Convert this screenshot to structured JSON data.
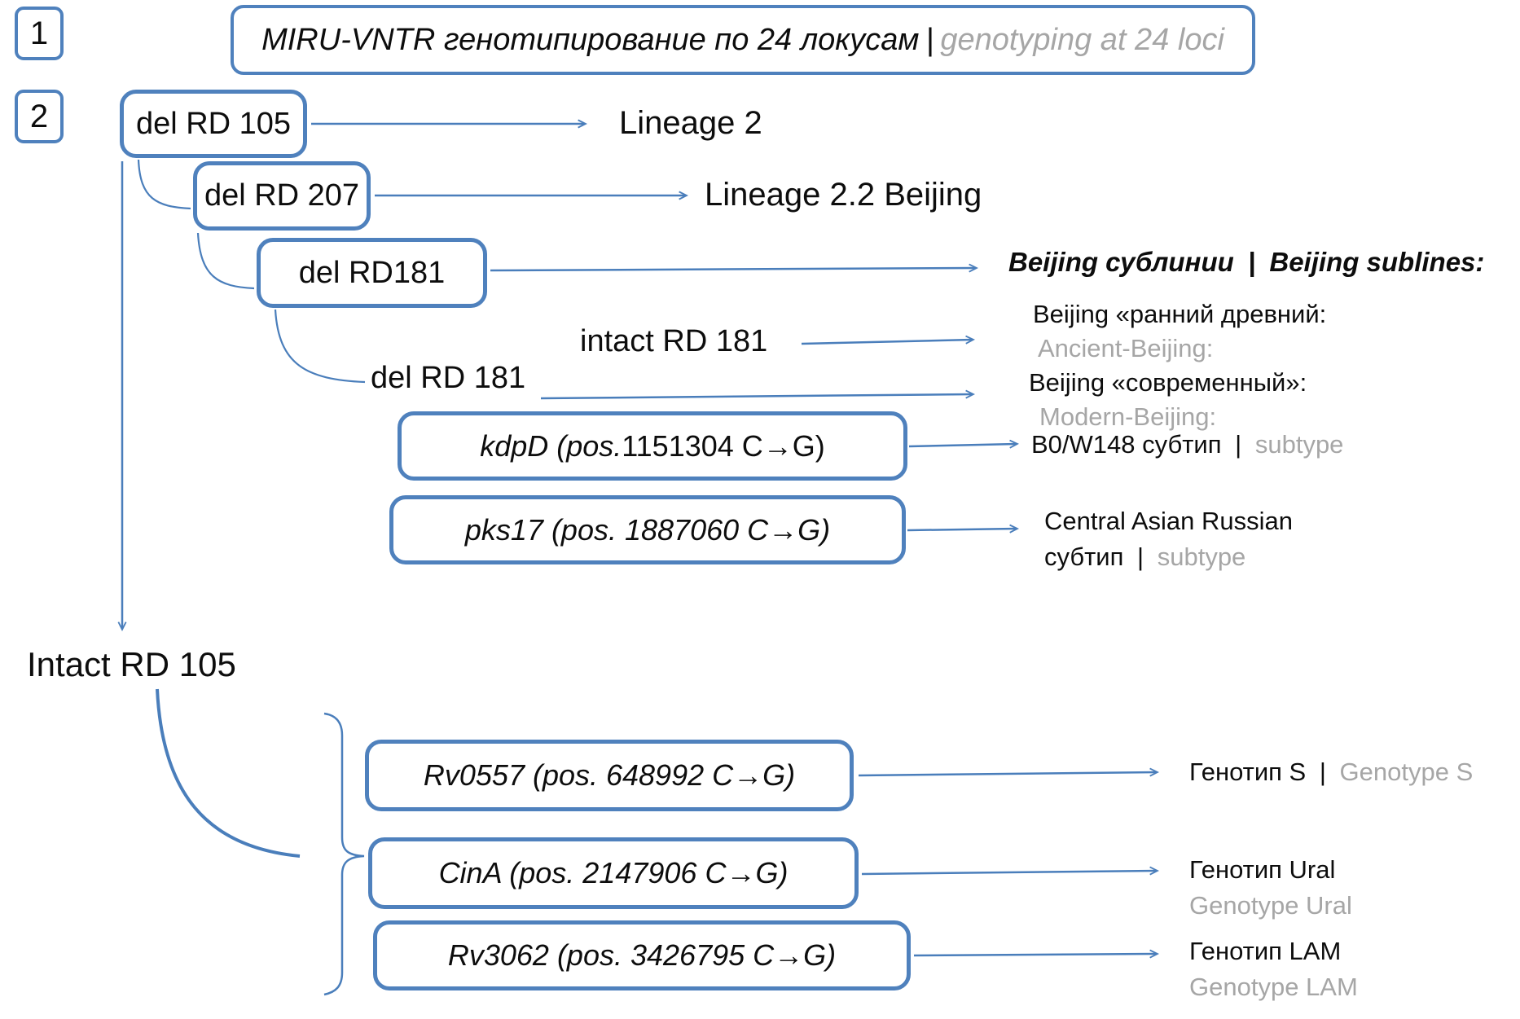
{
  "title": {
    "ru": "MIRU-VNTR генотипирование по 24 локусам",
    "sep": "|",
    "en": "genotyping at 24 loci"
  },
  "step_markers": {
    "one": "1",
    "two": "2"
  },
  "colors": {
    "line_blue": "#4a7ebb",
    "box_border_blue": "#4f81bd",
    "text_black": "#0d0d0d",
    "text_gray": "#a6a6a6"
  },
  "nodes": {
    "del_rd105": "del RD 105",
    "del_rd207": "del RD 207",
    "del_rd181_box": "del RD181",
    "intact_rd181": "intact RD 181",
    "del_rd181_text": "del RD 181",
    "kdpd_italic": "kdpD (pos.",
    "kdpd_regular": "1151304 C→G)",
    "pks17": "pks17 (pos. 1887060 C→G)",
    "intact_rd105": "Intact RD 105",
    "rv0557": "Rv0557 (pos. 648992 C→G)",
    "cina": "CinA (pos. 2147906 C→G)",
    "rv3062": "Rv3062 (pos. 3426795 C→G)"
  },
  "outcomes": {
    "lineage2": "Lineage 2",
    "lineage22": "Lineage 2.2 Beijing",
    "sublines_ru": "Beijing сублинии",
    "sublines_en": "Beijing sublines:",
    "early_ru": "Beijing «ранний древний:",
    "early_en": "Ancient-Beijing:",
    "modern_ru": "Beijing «современный»:",
    "modern_en": "Modern-Beijing:",
    "b0w148_ru": "B0/W148 субтип",
    "b0w148_en": "subtype",
    "car_line1": "Central Asian Russian",
    "car_ru": "субтип",
    "car_en": "subtype",
    "geno_s_ru": "Генотип S",
    "geno_s_en": "Genotype S",
    "geno_ural_ru": "Генотип Ural",
    "geno_ural_en": "Genotype Ural",
    "geno_lam_ru": "Генотип LAM",
    "geno_lam_en": "Genotype LAM"
  }
}
